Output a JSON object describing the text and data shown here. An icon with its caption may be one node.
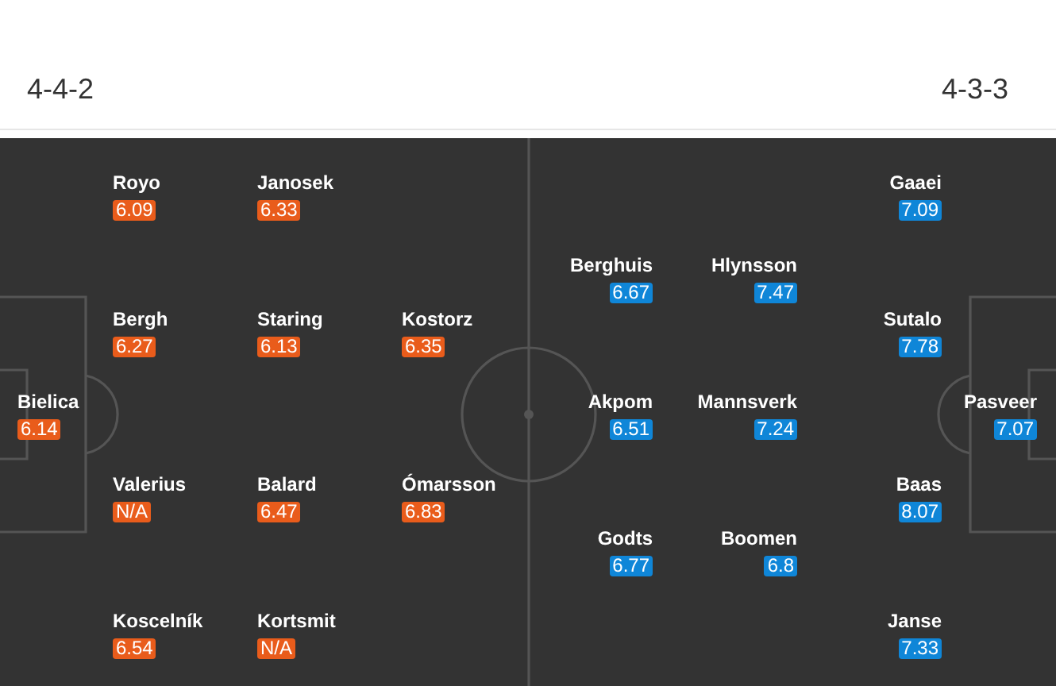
{
  "diagram": {
    "nodes": [
      {
        "text": [
          "Royo",
          "6.09"
        ]
      },
      {
        "text": [
          "Janosek",
          "6.33"
        ]
      },
      {
        "text": [
          "Bergh",
          "6.27"
        ]
      },
      {
        "text": [
          "Staring",
          "6.13"
        ]
      },
      {
        "text": [
          "Kostorz",
          "6.35"
        ]
      },
      {
        "text": [
          "Bielica",
          "6.14"
        ]
      },
      {
        "text": [
          "Valerius",
          "N/A"
        ]
      },
      {
        "text": [
          "Balard",
          "6.47"
        ]
      },
      {
        "text": [
          "Ómarsson",
          "6.83"
        ]
      },
      {
        "text": [
          "Koscelník",
          "6.54"
        ]
      },
      {
        "text": [
          "Kortsmit",
          "N/A"
        ]
      },
      {
        "text": [
          "Gaaei",
          "7.09"
        ]
      },
      {
        "text": [
          "Berghuis",
          "6.67"
        ]
      },
      {
        "text": [
          "Hlynsson",
          "7.47"
        ]
      },
      {
        "text": [
          "Sutalo",
          "7.78"
        ]
      },
      {
        "text": [
          "Akpom",
          "6.51"
        ]
      },
      {
        "text": [
          "Mannsverk",
          "7.24"
        ]
      },
      {
        "text": [
          "Pasveer",
          "7.07"
        ]
      },
      {
        "text": [
          "Baas",
          "8.07"
        ]
      },
      {
        "text": [
          "Godts",
          "6.77"
        ]
      },
      {
        "text": [
          "Boomen",
          "6.8"
        ]
      },
      {
        "text": [
          "Janse",
          "7.33"
        ]
      }
    ],
    "labels": [
      "4-4-2",
      "4-3-3"
    ]
  }
}
